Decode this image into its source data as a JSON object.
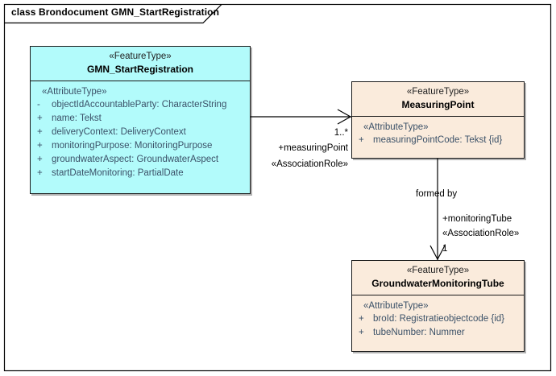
{
  "frame": {
    "title": "class Brondocument GMN_StartRegistration"
  },
  "colors": {
    "cyan_fill": "#b2fbfb",
    "peach_fill": "#faebdc",
    "border": "#1a1a1a",
    "attribute_text": "#3b5168",
    "background": "#ffffff"
  },
  "classes": [
    {
      "id": "gmn-startregistration",
      "stereotype": "«FeatureType»",
      "name": "GMN_StartRegistration",
      "fill": "cyan",
      "compartment_stereotype": "«AttributeType»",
      "attributes": [
        {
          "visibility": "-",
          "text": "objectIdAccountableParty: CharacterString"
        },
        {
          "visibility": "+",
          "text": "name: Tekst"
        },
        {
          "visibility": "+",
          "text": "deliveryContext: DeliveryContext"
        },
        {
          "visibility": "+",
          "text": "monitoringPurpose: MonitoringPurpose"
        },
        {
          "visibility": "+",
          "text": "groundwaterAspect: GroundwaterAspect"
        },
        {
          "visibility": "+",
          "text": "startDateMonitoring: PartialDate"
        }
      ]
    },
    {
      "id": "measuringpoint",
      "stereotype": "«FeatureType»",
      "name": "MeasuringPoint",
      "fill": "peach",
      "compartment_stereotype": "«AttributeType»",
      "attributes": [
        {
          "visibility": "+",
          "text": "measuringPointCode: Tekst {id}"
        }
      ]
    },
    {
      "id": "groundwatermonitoringtube",
      "stereotype": "«FeatureType»",
      "name": "GroundwaterMonitoringTube",
      "fill": "peach",
      "compartment_stereotype": "«AttributeType»",
      "attributes": [
        {
          "visibility": "+",
          "text": "broId: Registratieobjectcode {id}"
        },
        {
          "visibility": "+",
          "text": "tubeNumber: Nummer"
        }
      ]
    }
  ],
  "associations": [
    {
      "id": "assoc-measuringpoint",
      "from": "gmn-startregistration",
      "to": "measuringpoint",
      "multiplicity": "1..*",
      "role": "+measuringPoint",
      "role_stereotype": "«AssociationRole»",
      "name": ""
    },
    {
      "id": "assoc-monitoringtube",
      "from": "measuringpoint",
      "to": "groundwatermonitoringtube",
      "multiplicity": "1",
      "role": "+monitoringTube",
      "role_stereotype": "«AssociationRole»",
      "name": "formed by"
    }
  ]
}
